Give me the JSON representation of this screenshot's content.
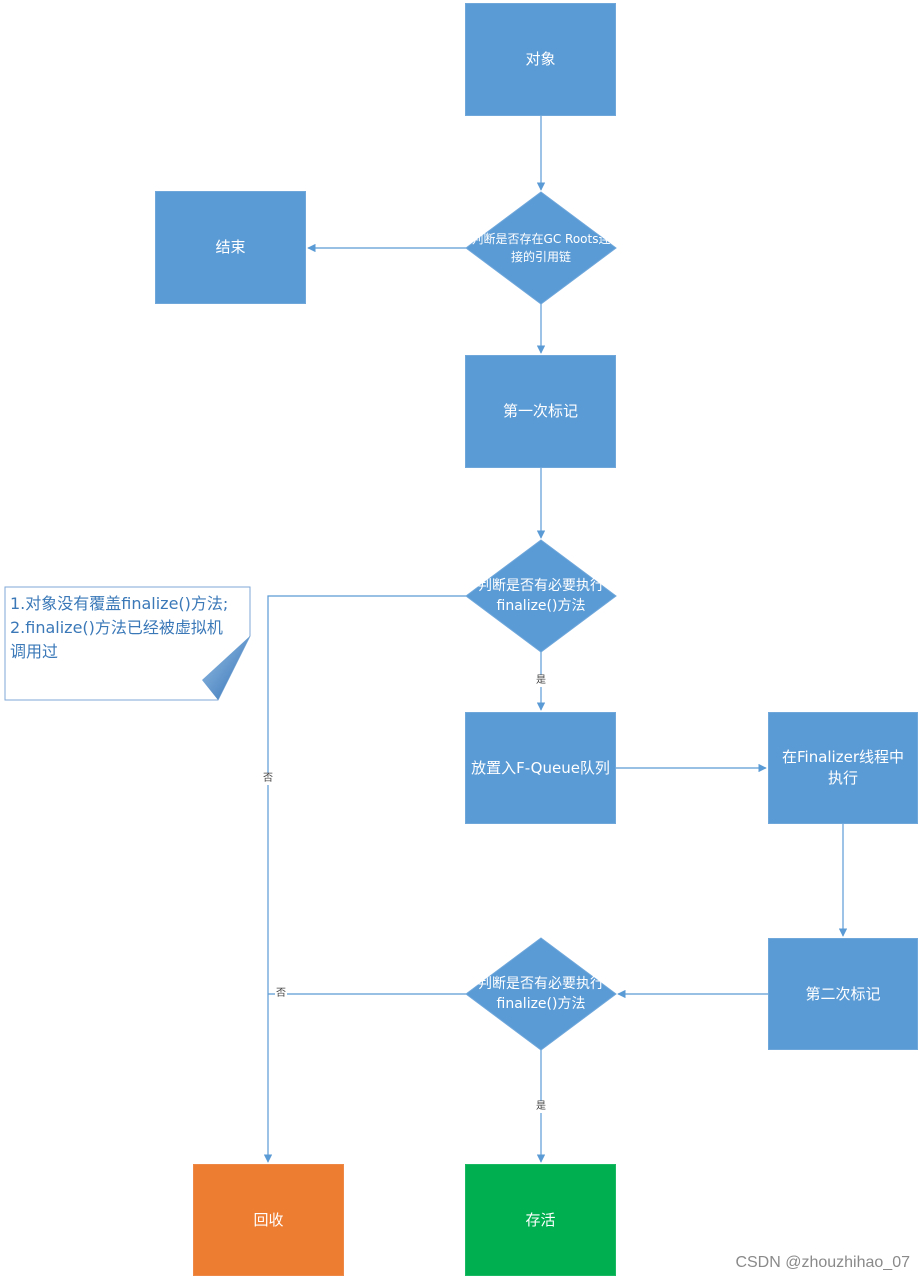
{
  "nodes": {
    "object": "对象",
    "end": "结束",
    "gc_roots_check": "判断是否存在GC Roots连接的引用链",
    "first_mark": "第一次标记",
    "finalize_check_1": "判断是否有必要执行finalize()方法",
    "f_queue": "放置入F-Queue队列",
    "finalizer_thread": "在Finalizer线程中执行",
    "second_mark": "第二次标记",
    "finalize_check_2": "判断是否有必要执行finalize()方法",
    "reclaim": "回收",
    "survive": "存活"
  },
  "edge_labels": {
    "yes_1": "是",
    "no_1": "否",
    "no_2": "否",
    "yes_2": "是"
  },
  "note": {
    "line1": "1.对象没有覆盖finalize()方法;",
    "line2": "2.finalize()方法已经被虚拟机",
    "line3": "调用过"
  },
  "watermark": "CSDN @zhouzhihao_07",
  "colors": {
    "box_blue": "#5b9bd5",
    "edge_blue": "#5b9bd5",
    "box_orange": "#ed7d31",
    "box_green": "#00b050",
    "note_text": "#3a78b8"
  }
}
